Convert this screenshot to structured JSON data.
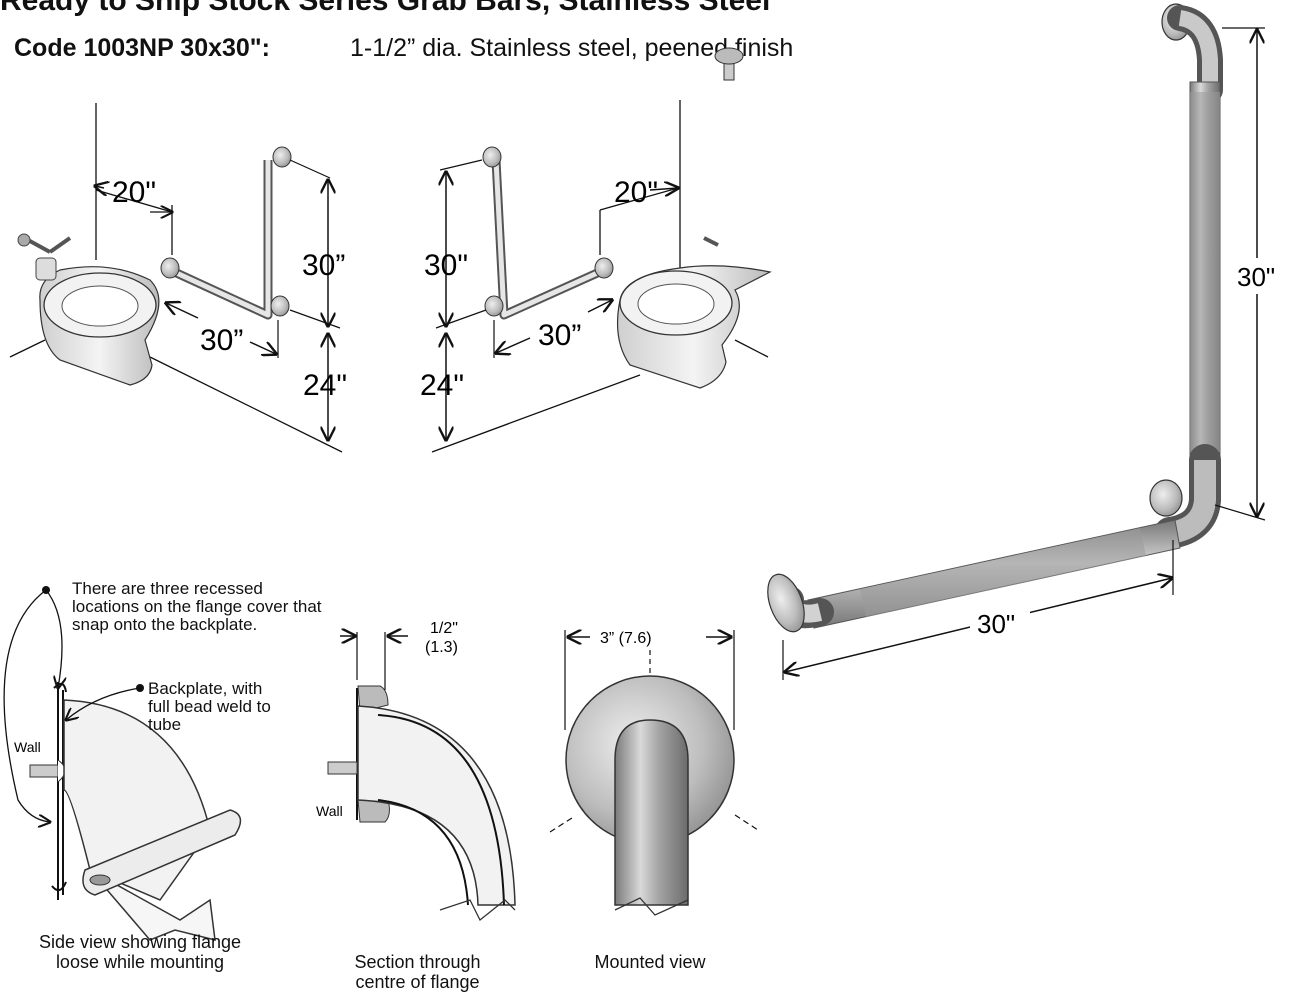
{
  "header": {
    "title": "Ready to Ship Stock Series Grab Bars, Stainless Steel",
    "code_label": "Code 1003NP 30x30\":",
    "description": "1-1/2” dia. Stainless steel, peened finish"
  },
  "left_install": {
    "offset": "20\"",
    "vertical": "30”",
    "horizontal": "30”",
    "height": "24\""
  },
  "right_install": {
    "offset": "20\"",
    "vertical": "30\"",
    "horizontal": "30”",
    "height": "24\""
  },
  "product": {
    "vertical": "30\"",
    "horizontal": "30\""
  },
  "side_view": {
    "note": "There are three recessed locations on the flange cover that snap onto the backplate.",
    "backplate_note": "Backplate, with full bead weld to tube",
    "wall_label": "Wall",
    "caption": "Side view showing flange loose while mounting"
  },
  "section_view": {
    "dim_primary": "1/2\"",
    "dim_secondary": "(1.3)",
    "wall_label": "Wall",
    "caption": "Section through centre of flange"
  },
  "mounted_view": {
    "dim": "3” (7.6)",
    "caption": "Mounted view"
  },
  "colors": {
    "line": "#111111",
    "steel_light": "#e6e6e6",
    "steel_mid": "#a9a9a9",
    "steel_dark": "#6f6f6f",
    "bar_grey": "#9a9a9a"
  }
}
